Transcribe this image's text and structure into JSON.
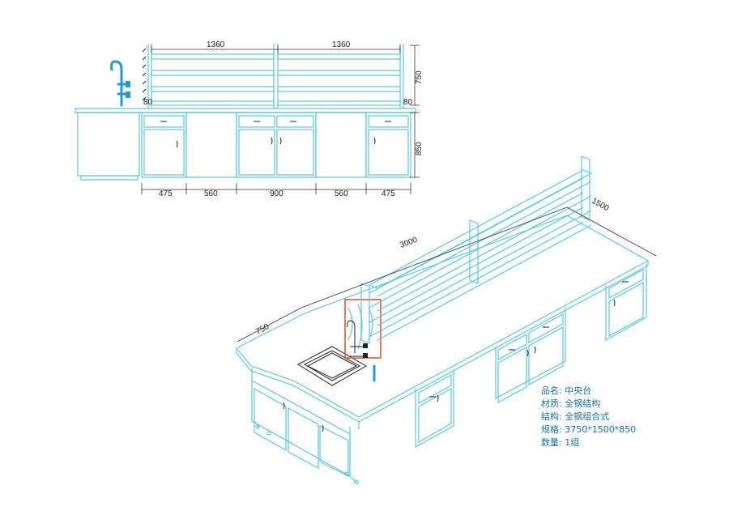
{
  "front_view": {
    "shelf_widths": [
      "1360",
      "1360"
    ],
    "shelf_height": "750",
    "gap_left": "80",
    "gap_right": "80",
    "bench_height": "850",
    "bottom_widths": [
      "475",
      "560",
      "900",
      "560",
      "475"
    ]
  },
  "iso_view": {
    "length": "3000",
    "depth": "1500",
    "end_width": "750"
  },
  "specs": [
    "品名: 中央台",
    "材质: 全钢结构",
    "结构: 全钢组合式",
    "规格: 3750*1500*850",
    "数量: 1组"
  ],
  "colors": {
    "line": "#5bc8e6",
    "faucet": "#1e9bd7",
    "panel": "#e05a2b",
    "text": "#1a6f9e"
  }
}
